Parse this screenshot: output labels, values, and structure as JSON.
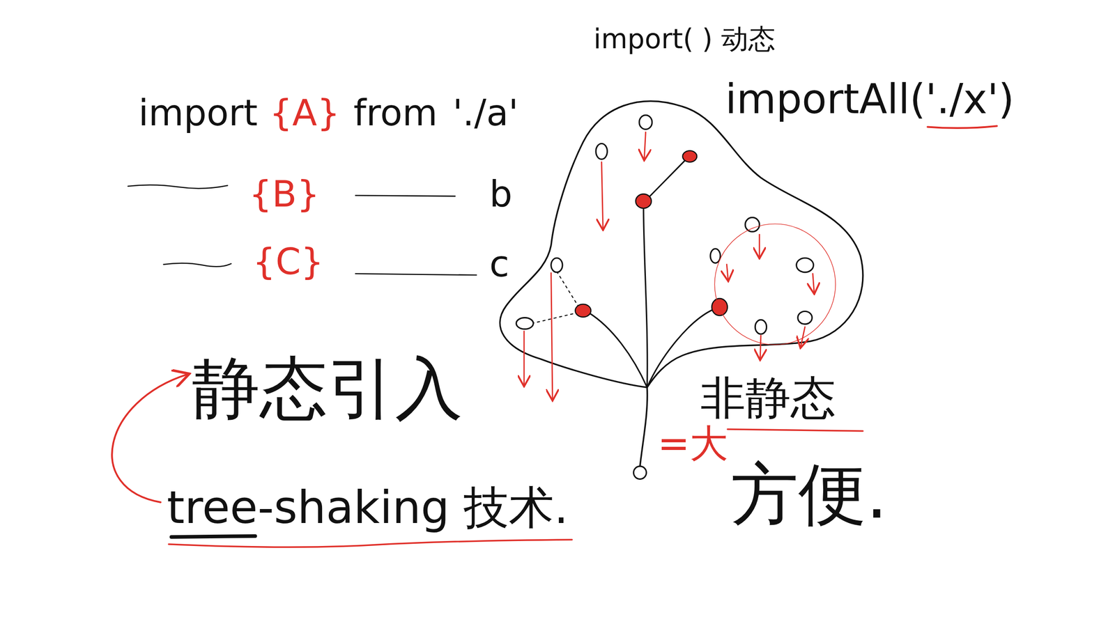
{
  "diagram": {
    "labels": [
      "import( ) 动态",
      "import",
      "{A}",
      "from",
      "'./a'",
      "{B}",
      "b",
      "{C}",
      "c",
      "importAll('./x')",
      "静态引入",
      "非静态",
      "=大",
      "tree-shaking 技术.",
      "方便."
    ]
  }
}
